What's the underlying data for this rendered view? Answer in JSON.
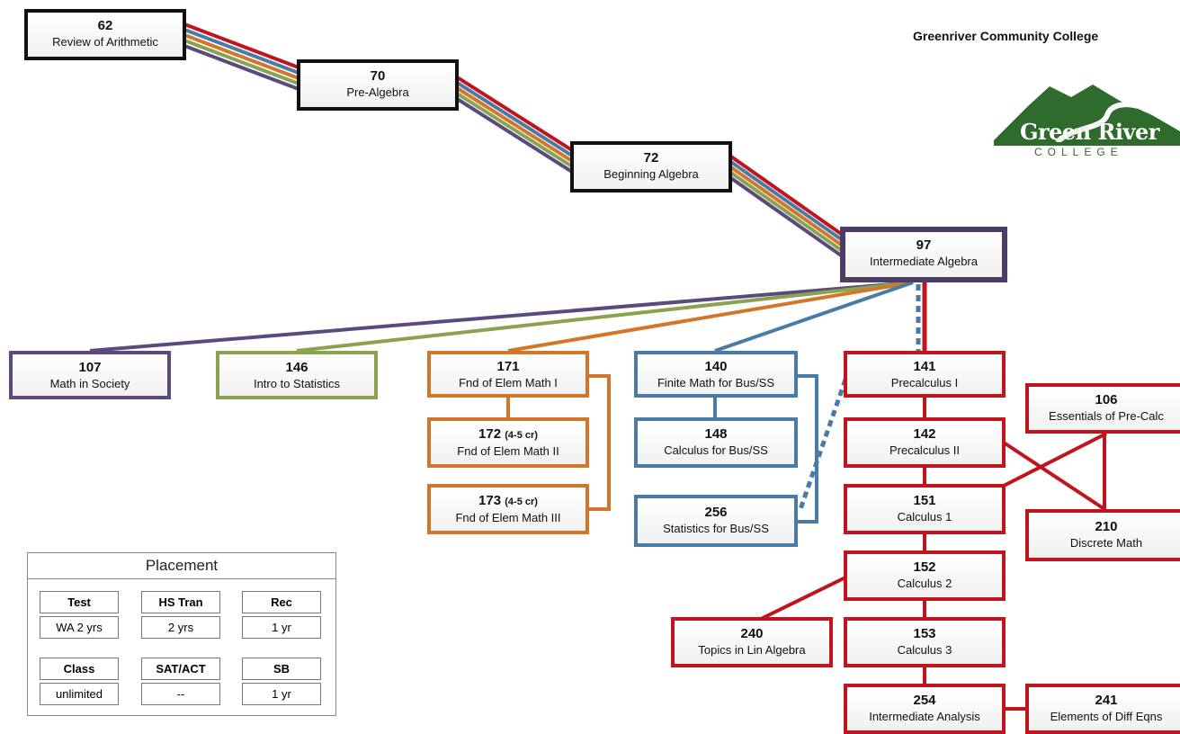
{
  "header": {
    "college_title": "Greenriver Community College"
  },
  "logo": {
    "word": "Green River",
    "sub": "COLLEGE"
  },
  "courses": {
    "c62": {
      "num": "62",
      "name": "Review of Arithmetic"
    },
    "c70": {
      "num": "70",
      "name": "Pre-Algebra"
    },
    "c72": {
      "num": "72",
      "name": "Beginning Algebra"
    },
    "c97": {
      "num": "97",
      "name": "Intermediate Algebra"
    },
    "c107": {
      "num": "107",
      "name": "Math in Society"
    },
    "c146": {
      "num": "146",
      "name": "Intro to Statistics"
    },
    "c171": {
      "num": "171",
      "name": "Fnd of Elem Math I"
    },
    "c172": {
      "num": "172",
      "credits": "(4-5 cr)",
      "name": "Fnd of Elem Math II"
    },
    "c173": {
      "num": "173",
      "credits": "(4-5 cr)",
      "name": "Fnd of Elem Math III"
    },
    "c140": {
      "num": "140",
      "name": "Finite Math for Bus/SS"
    },
    "c148": {
      "num": "148",
      "name": "Calculus for Bus/SS"
    },
    "c256": {
      "num": "256",
      "name": "Statistics for Bus/SS"
    },
    "c141": {
      "num": "141",
      "name": "Precalculus I"
    },
    "c142": {
      "num": "142",
      "name": "Precalculus II"
    },
    "c106": {
      "num": "106",
      "name": "Essentials of Pre-Calc"
    },
    "c151": {
      "num": "151",
      "name": "Calculus 1"
    },
    "c210": {
      "num": "210",
      "name": "Discrete Math"
    },
    "c152": {
      "num": "152",
      "name": "Calculus 2"
    },
    "c240": {
      "num": "240",
      "name": "Topics in Lin Algebra"
    },
    "c153": {
      "num": "153",
      "name": "Calculus 3"
    },
    "c254": {
      "num": "254",
      "name": "Intermediate Analysis"
    },
    "c241": {
      "num": "241",
      "name": "Elements of Diff Eqns"
    }
  },
  "placement": {
    "title": "Placement",
    "cells": [
      {
        "head": "Test",
        "value": "WA 2 yrs"
      },
      {
        "head": "HS Tran",
        "value": "2 yrs"
      },
      {
        "head": "Rec",
        "value": "1 yr"
      },
      {
        "head": "Class",
        "value": "unlimited"
      },
      {
        "head": "SAT/ACT",
        "value": "--"
      },
      {
        "head": "SB",
        "value": "1 yr"
      }
    ]
  },
  "colors": {
    "purple": "#5b4a7d",
    "green": "#8aa34f",
    "orange": "#d2772a",
    "blue": "#4a7aa6",
    "red": "#c0151c",
    "black": "#111111"
  }
}
